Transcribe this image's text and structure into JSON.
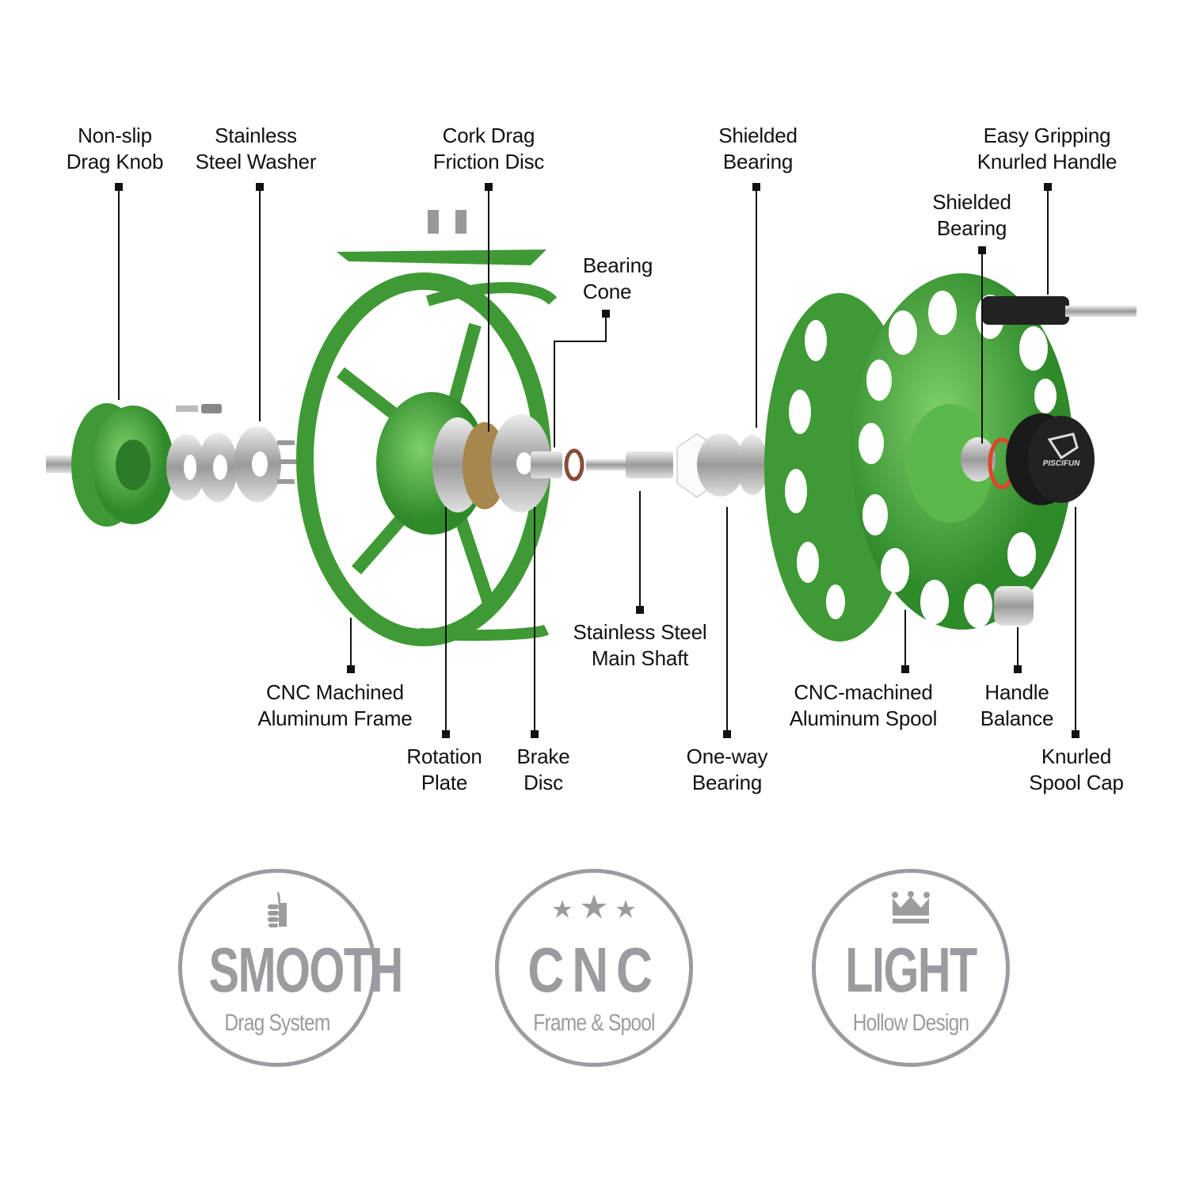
{
  "labels": {
    "drag_knob": [
      "Non-slip",
      "Drag Knob"
    ],
    "washer": [
      "Stainless",
      "Steel Washer"
    ],
    "cork_disc": [
      "Cork Drag",
      "Friction Disc"
    ],
    "shielded_bearing_top": [
      "Shielded",
      "Bearing"
    ],
    "handle": [
      "Easy Gripping",
      "Knurled Handle"
    ],
    "shielded_bearing_inner": [
      "Shielded",
      "Bearing"
    ],
    "bearing_cone": [
      "Bearing",
      "Cone"
    ],
    "main_shaft": [
      "Stainless Steel",
      "Main Shaft"
    ],
    "one_way_bearing": [
      "One-way",
      "Bearing"
    ],
    "frame": [
      "CNC Machined",
      "Aluminum Frame"
    ],
    "rotation_plate": [
      "Rotation",
      "Plate"
    ],
    "brake_disc": [
      "Brake",
      "Disc"
    ],
    "spool": [
      "CNC-machined",
      "Aluminum Spool"
    ],
    "handle_balance": [
      "Handle",
      "Balance"
    ],
    "spool_cap": [
      "Knurled",
      "Spool Cap"
    ]
  },
  "brand_logo": "PISCIFUN",
  "badges": [
    {
      "title": "SMOOTH",
      "subtitle": "Drag System",
      "icon": "thumbs-up-icon"
    },
    {
      "title": "CNC",
      "subtitle": "Frame & Spool",
      "icon": "three-stars-icon"
    },
    {
      "title": "LIGHT",
      "subtitle": "Hollow Design",
      "icon": "crown-icon"
    }
  ],
  "colors": {
    "green": "#3f9a35",
    "badge_gray": "#9b9ba0"
  }
}
